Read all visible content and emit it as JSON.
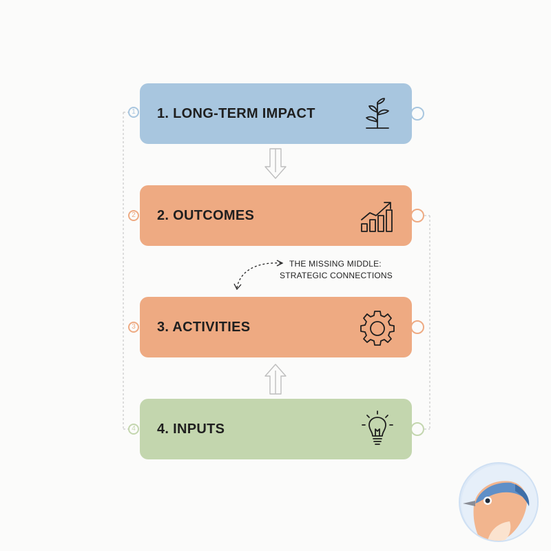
{
  "boxes": [
    {
      "number": "1",
      "label": "1. LONG-TERM IMPACT",
      "icon": "plant-icon",
      "color": "#a8c6df"
    },
    {
      "number": "2",
      "label": "2. OUTCOMES",
      "icon": "growth-chart-icon",
      "color": "#eeaa82"
    },
    {
      "number": "3",
      "label": "3. ACTIVITIES",
      "icon": "gear-icon",
      "color": "#eeaa82"
    },
    {
      "number": "4",
      "label": "4. INPUTS",
      "icon": "lightbulb-icon",
      "color": "#c3d6ae"
    }
  ],
  "annotation": {
    "line1": "THE MISSING MIDDLE:",
    "line2": "STRATEGIC CONNECTIONS"
  },
  "badge": {
    "icon": "bird-avatar-icon"
  }
}
